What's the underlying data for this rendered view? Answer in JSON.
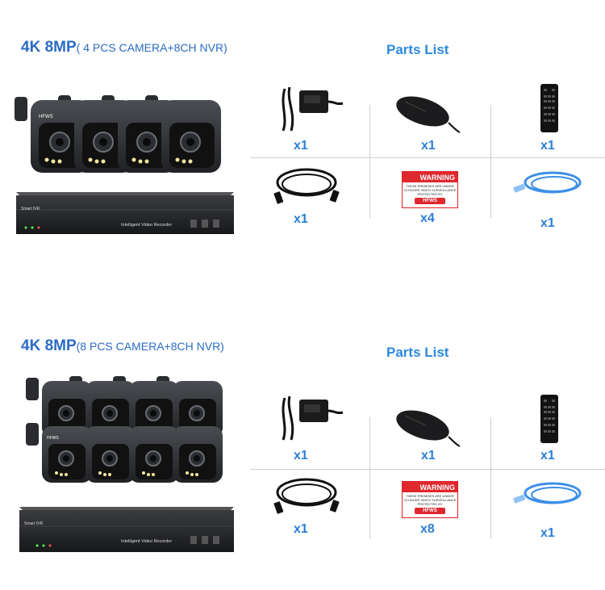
{
  "sections": [
    {
      "title_main": "4K 8MP",
      "title_sub": "( 4 PCS CAMERA+8CH NVR)",
      "parts_title": "Parts List",
      "nvr_label": "Smart IVR",
      "nvr_model": "Intelligent Video Recorder",
      "camera_brand": "HFWS",
      "parts": [
        {
          "item": "power-adapter",
          "qty": "x1"
        },
        {
          "item": "mouse",
          "qty": "x1"
        },
        {
          "item": "remote-control",
          "qty": "x1"
        },
        {
          "item": "hdmi-cable",
          "qty": "x1"
        },
        {
          "item": "warning-sticker",
          "qty": "x4"
        },
        {
          "item": "network-cable",
          "qty": "x1"
        }
      ]
    },
    {
      "title_main": "4K 8MP",
      "title_sub": "(8 PCS CAMERA+8CH NVR)",
      "parts_title": "Parts List",
      "nvr_label": "Smart IVR",
      "nvr_model": "Intelligent Video Recorder",
      "camera_brand": "HFWS",
      "parts": [
        {
          "item": "power-adapter",
          "qty": "x1"
        },
        {
          "item": "mouse",
          "qty": "x1"
        },
        {
          "item": "remote-control",
          "qty": "x1"
        },
        {
          "item": "hdmi-cable",
          "qty": "x1"
        },
        {
          "item": "warning-sticker",
          "qty": "x8"
        },
        {
          "item": "network-cable",
          "qty": "x1"
        }
      ]
    }
  ],
  "warning_sign": {
    "heading": "WARNING",
    "line1": "THESE PREMISES ARE UNDER",
    "line2": "24 HOURS VIDEO SURVEILLANCE",
    "line3": "PROTECTED BY",
    "brand": "HFWS"
  },
  "colors": {
    "title_blue": "#2b6cc4",
    "parts_blue": "#2b8ae0",
    "qty_blue": "#2b7fd6",
    "network_cable": "#3d8fe8",
    "warning_red": "#e0282f"
  }
}
